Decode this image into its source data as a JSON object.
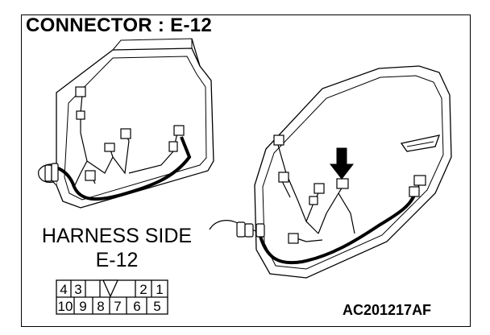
{
  "title": "CONNECTOR : E-12",
  "harness_side_label": "HARNESS SIDE",
  "connector_id": "E-12",
  "figure_code": "AC201217AF",
  "pins": {
    "top_row": [
      "4",
      "3",
      "",
      "2",
      "1"
    ],
    "bottom_row": [
      "10",
      "9",
      "8",
      "7",
      "6",
      "5"
    ]
  },
  "arrow_target": "E-12"
}
